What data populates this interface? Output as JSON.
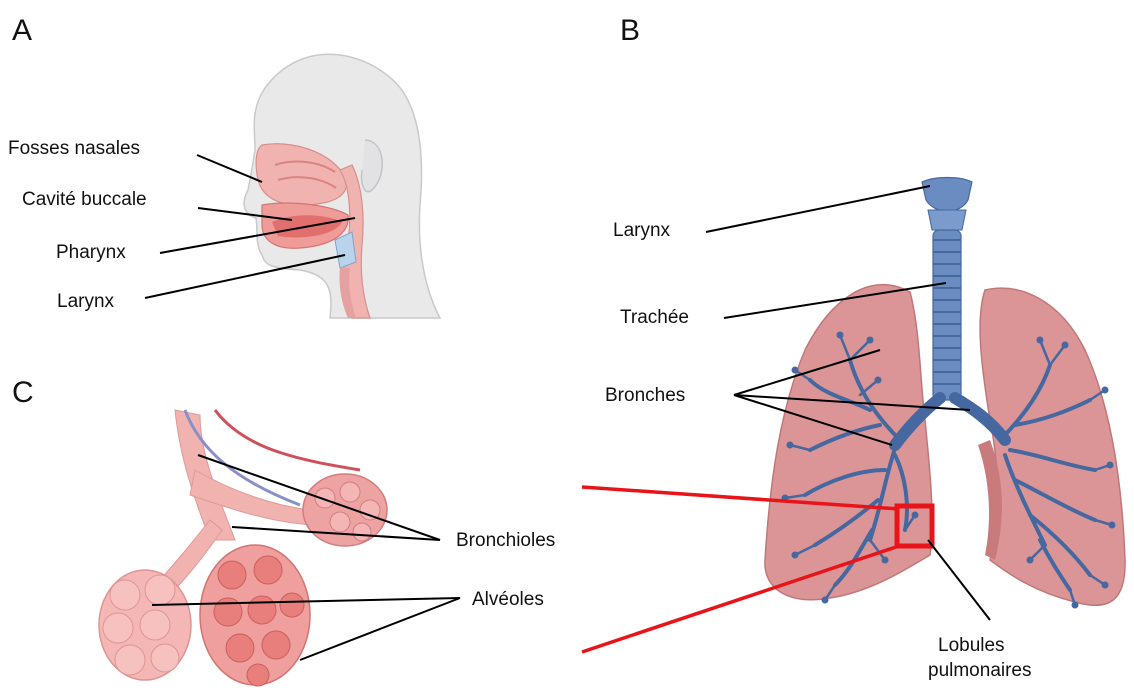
{
  "panels": {
    "a": "A",
    "b": "B",
    "c": "C"
  },
  "head_labels": {
    "nasal": "Fosses nasales",
    "oral": "Cavité buccale",
    "pharynx": "Pharynx",
    "larynx": "Larynx"
  },
  "lung_labels": {
    "larynx": "Larynx",
    "trachea": "Trachée",
    "bronchi": "Bronches",
    "lobules_line1": "Lobules",
    "lobules_line2": "pulmonaires"
  },
  "alveoli_labels": {
    "bronchioles": "Bronchioles",
    "alveoles": "Alvéoles"
  },
  "colors": {
    "head": "#e9e9ea",
    "airway_tissue": "#f1b3b0",
    "lung": "#dc9596",
    "bronchi": "#44689f",
    "trachea": "#6a8cc0",
    "highlight": "#e8141a",
    "leader": "#000000"
  }
}
